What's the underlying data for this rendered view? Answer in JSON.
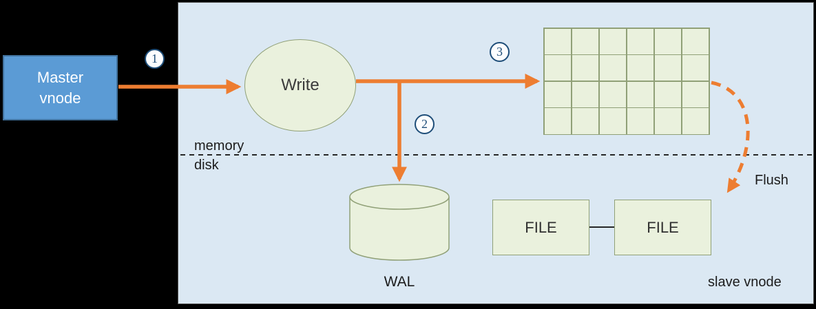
{
  "colors": {
    "panel_bg": "#dbe8f3",
    "shape_fill": "#eaf1dd",
    "shape_border": "#90a077",
    "arrow_orange": "#ed7d31",
    "master_fill": "#5b9bd5",
    "master_border": "#41719c",
    "number_blue": "#1f4e79",
    "divider_color": "#262626"
  },
  "nodes": {
    "master_vnode": {
      "label": "Master vnode"
    },
    "write": {
      "label": "Write"
    },
    "wal": {
      "label": "WAL"
    },
    "files": [
      {
        "label": "FILE"
      },
      {
        "label": "FILE"
      }
    ]
  },
  "steps": [
    {
      "n": "1"
    },
    {
      "n": "2"
    },
    {
      "n": "3"
    }
  ],
  "labels": {
    "memory": "memory",
    "disk": "disk",
    "flush": "Flush",
    "slave_vnode": "slave vnode"
  },
  "memtable_grid": {
    "rows": 4,
    "cols": 6
  }
}
